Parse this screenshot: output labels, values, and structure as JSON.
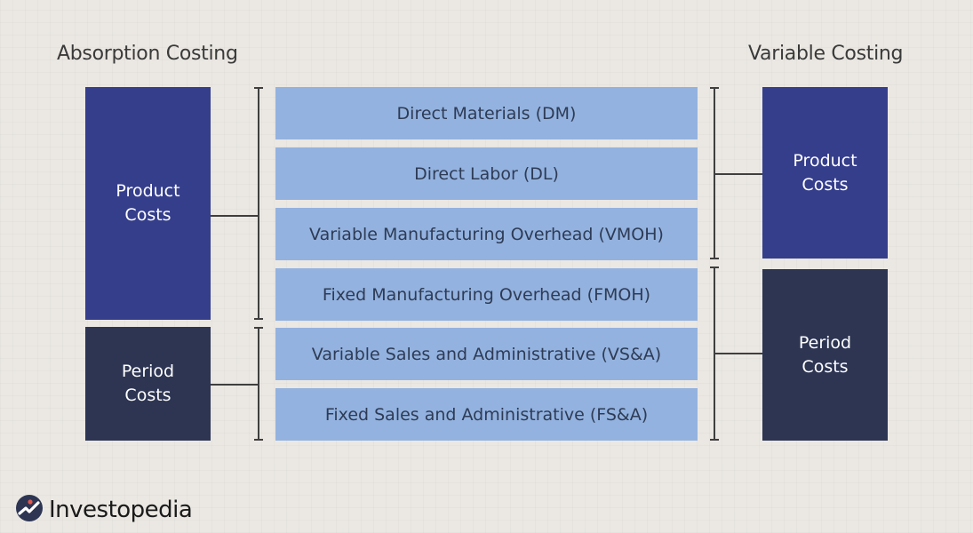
{
  "headings": {
    "left": "Absorption Costing",
    "right": "Variable Costing"
  },
  "absorption": {
    "product": "Product\nCosts",
    "period": "Period\nCosts"
  },
  "variable": {
    "product": "Product\nCosts",
    "period": "Period\nCosts"
  },
  "cost_items": [
    {
      "label": "Direct Materials (DM)"
    },
    {
      "label": "Direct Labor (DL)"
    },
    {
      "label": "Variable Manufacturing Overhead (VMOH)"
    },
    {
      "label": "Fixed Manufacturing Overhead (FMOH)"
    },
    {
      "label": "Variable Sales and Administrative (VS&A)"
    },
    {
      "label": "Fixed Sales and Administrative (FS&A)"
    }
  ],
  "colors": {
    "product": "#353e8b",
    "period": "#2d3553",
    "item": "#93b2df",
    "background": "#ebe8e3"
  },
  "brand": {
    "name": "Investopedia"
  }
}
